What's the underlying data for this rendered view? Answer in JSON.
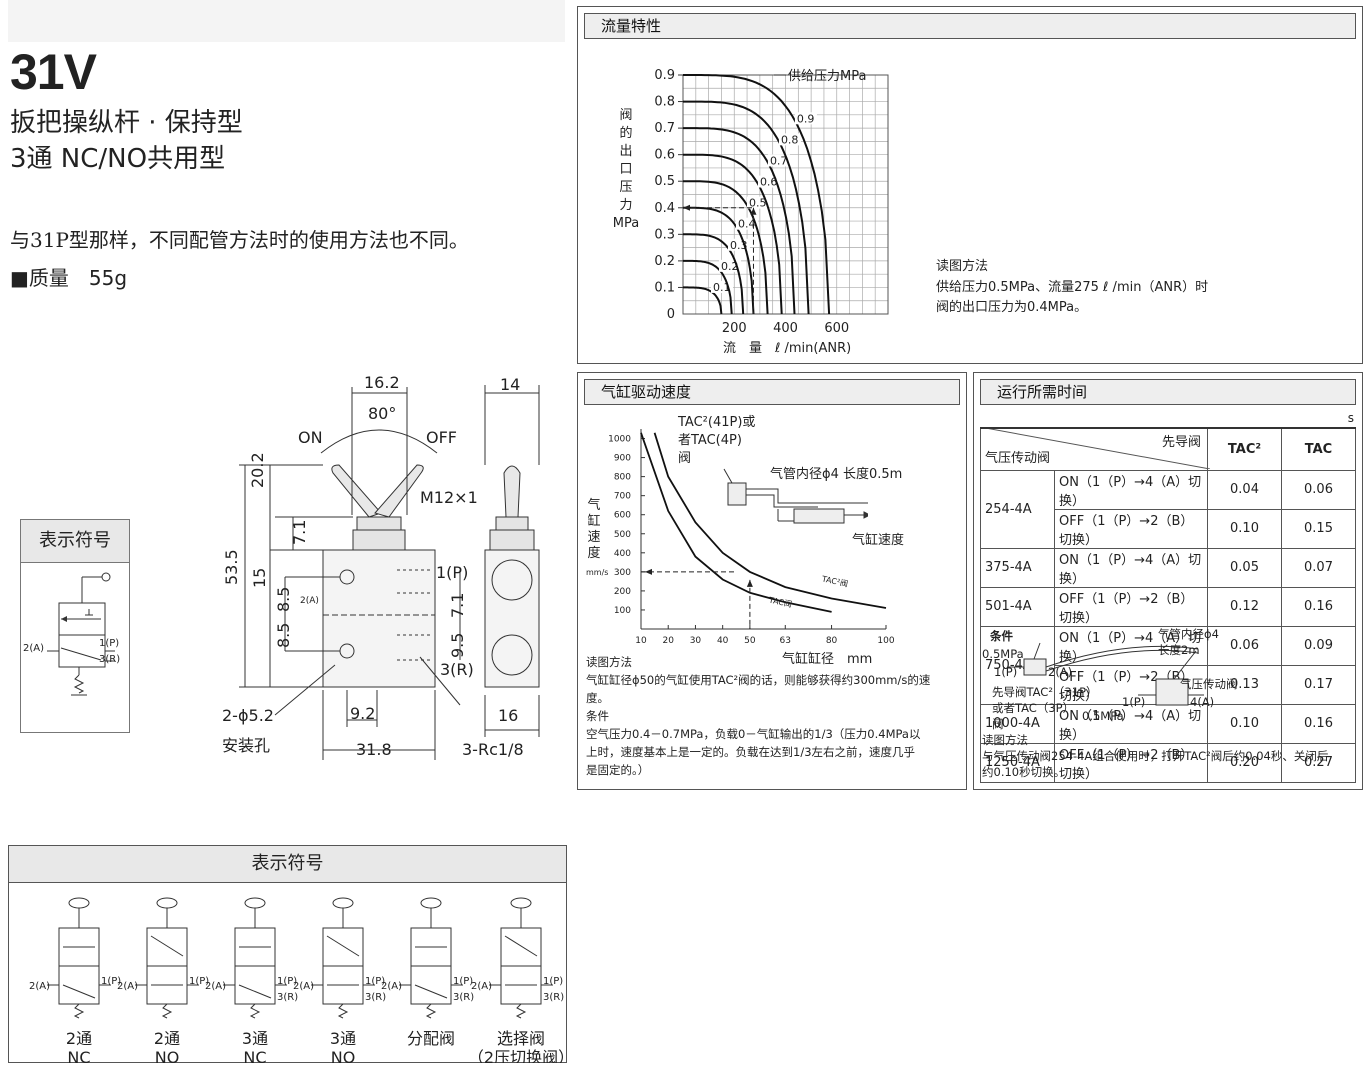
{
  "header": {
    "model": "31V",
    "subtitle1": "扳把操纵杆 · 保持型",
    "subtitle2": "3通 NC/NO共用型",
    "description": "与31P型那样，不同配管方法时的使用方法也不同。",
    "mass": "■质量　55g"
  },
  "dimensions": {
    "w_16_2": "16.2",
    "angle_80": "80°",
    "on": "ON",
    "off": "OFF",
    "thread": "M12×1",
    "h_20_2": "20.2",
    "h_53_5": "53.5",
    "h_7_1": "7.1",
    "h_15": "15",
    "h_8_5a": "8.5",
    "h_8_5b": "8.5",
    "p_label": "1(P)",
    "r_label": "3(R)",
    "a_label": "2(A)",
    "h_7_1b": "7.1",
    "h_9_5": "9.5",
    "hole": "2-ϕ5.2",
    "hole_cn": "安装孔",
    "w_9_2": "9.2",
    "w_31_8": "31.8",
    "port": "3-Rc1/8",
    "side_14": "14",
    "side_16": "16"
  },
  "symbol_small": {
    "title": "表示符号",
    "a": "2(A)",
    "p": "1(P)",
    "r": "3(R)"
  },
  "symbol_table": {
    "title": "表示符号",
    "items": [
      {
        "line1": "2通",
        "line2": "NC"
      },
      {
        "line1": "2通",
        "line2": "NO"
      },
      {
        "line1": "3通",
        "line2": "NC"
      },
      {
        "line1": "3通",
        "line2": "NO"
      },
      {
        "line1": "分配阀",
        "line2": ""
      },
      {
        "line1": "选择阀",
        "line2": "（2压切换阀）"
      }
    ],
    "port_a": "2(A)",
    "port_p": "1(P)",
    "port_r": "3(R)"
  },
  "flow": {
    "title": "流量特性",
    "ylabel_chars": [
      "阀",
      "的",
      "出",
      "口",
      "压",
      "力",
      "MPa"
    ],
    "legend": "供给压力MPa",
    "xlabel": "流　量　ℓ /min(ANR)",
    "note_title": "读图方法",
    "note1": "供给压力0.5MPa、流量275 ℓ /min（ANR）时",
    "note2": "阀的出口压力为0.4MPa。"
  },
  "speed": {
    "title": "气缸驱动速度",
    "tac_label1": "TAC²(41P)或",
    "tac_label2": "者TAC(4P)",
    "tac_label3": "阀",
    "tube": "气管内径ϕ4 长度0.5m",
    "cyl_speed": "气缸速度",
    "ylabel_chars": [
      "气",
      "缸",
      "速",
      "度"
    ],
    "yunit": "mm/s",
    "xlabel": "气缸缸径　mm",
    "curve1": "TAC²阀",
    "curve2": "TAC阀",
    "note_title": "读图方法",
    "note1": "气缸缸径ϕ50的气缸使用TAC²阀的话，则能够获得约300mm/s的速",
    "note2": "度。",
    "cond_title": "条件",
    "cond1": "空气压力0.4－0.7MPa，负载0－气缸输出的1/3（压力0.4MPa以",
    "cond2": "上时，速度基本上是一定的。负载在达到1/3左右之前，速度几乎",
    "cond3": "是固定的。）"
  },
  "runtime": {
    "title": "运行所需时间",
    "unit": "s",
    "head_pilot": "先导阀",
    "head_air": "气压传动阀",
    "head_tac2": "TAC²",
    "head_tac": "TAC",
    "rows": [
      {
        "model": "254-4A",
        "mode": "ON（1（P）→4（A）切换）",
        "tac2": "0.04",
        "tac": "0.06"
      },
      {
        "model": "",
        "mode": "OFF（1（P）→2（B）切换）",
        "tac2": "0.10",
        "tac": "0.15"
      },
      {
        "model": "375-4A",
        "mode": "ON（1（P）→4（A）切换）",
        "tac2": "0.05",
        "tac": "0.07"
      },
      {
        "model": "501-4A",
        "mode": "OFF（1（P）→2（B）切换）",
        "tac2": "0.12",
        "tac": "0.16"
      },
      {
        "model": "750-4A",
        "mode": "ON（1（P）→4（A）切换）",
        "tac2": "0.06",
        "tac": "0.09"
      },
      {
        "model": "",
        "mode": "OFF（1（P）→2（B）切换）",
        "tac2": "0.13",
        "tac": "0.17"
      },
      {
        "model": "1000-4A",
        "mode": "ON（1（P）→4（A）切换）",
        "tac2": "0.10",
        "tac": "0.16"
      },
      {
        "model": "1250-4A",
        "mode": "OFF（1（P）→2（B）切换）",
        "tac2": "0.20",
        "tac": "0.27"
      }
    ],
    "cond_title": "条件",
    "cond_pressure": "0.5MPa",
    "cond_p": "1(P)",
    "cond_a": "2(A)",
    "cond_tube1": "气管内径ϕ4",
    "cond_tube2": "长度2m",
    "cond_air_valve": "气压传动阀",
    "cond_pilot1": "先导阀TAC²（31P）",
    "cond_pilot2": "或者TAC（3P）",
    "cond_pilot3": "阀",
    "cond_p2": "1(P)",
    "cond_a2": "4(A)",
    "cond_pressure2": "0.5MPa",
    "note_title": "读图方法",
    "note1": "与气压传动阀254-4A组合使用时，打开TAC²阀后约0.04秒、关闭后",
    "note2": "约0.10秒切换。"
  },
  "chart_data": [
    {
      "type": "line",
      "title": "流量特性",
      "xlabel": "流　量　ℓ /min(ANR)",
      "ylabel": "阀的出口压力 MPa",
      "xlim": [
        0,
        800
      ],
      "ylim": [
        0,
        0.9
      ],
      "x_ticks": [
        200,
        400,
        600
      ],
      "y_ticks": [
        0,
        0.1,
        0.2,
        0.3,
        0.4,
        0.5,
        0.6,
        0.7,
        0.8,
        0.9
      ],
      "grid": true,
      "series": [
        {
          "name": "0.1",
          "supply": 0.1,
          "max_flow": 150
        },
        {
          "name": "0.2",
          "supply": 0.2,
          "max_flow": 190
        },
        {
          "name": "0.3",
          "supply": 0.3,
          "max_flow": 235
        },
        {
          "name": "0.4",
          "supply": 0.4,
          "max_flow": 275
        },
        {
          "name": "0.5",
          "supply": 0.5,
          "max_flow": 330
        },
        {
          "name": "0.6",
          "supply": 0.6,
          "max_flow": 385
        },
        {
          "name": "0.7",
          "supply": 0.7,
          "max_flow": 435
        },
        {
          "name": "0.8",
          "supply": 0.8,
          "max_flow": 490
        },
        {
          "name": "0.9",
          "supply": 0.9,
          "max_flow": 570
        }
      ],
      "annotation": {
        "flow": 275,
        "pressure": 0.4
      }
    },
    {
      "type": "line",
      "title": "气缸驱动速度",
      "xlabel": "气缸缸径　mm",
      "ylabel": "气缸速度 mm/s",
      "x_ticks": [
        10,
        20,
        30,
        40,
        50,
        63,
        80,
        100
      ],
      "y_ticks": [
        100,
        200,
        300,
        400,
        500,
        600,
        700,
        800,
        900,
        1000
      ],
      "series": [
        {
          "name": "TAC²阀",
          "x": [
            15,
            20,
            30,
            40,
            50,
            63,
            80,
            100
          ],
          "values": [
            1030,
            800,
            560,
            400,
            300,
            220,
            160,
            110
          ]
        },
        {
          "name": "TAC阀",
          "x": [
            10,
            20,
            30,
            40,
            50,
            63,
            80
          ],
          "values": [
            1030,
            620,
            380,
            260,
            190,
            140,
            90
          ]
        }
      ],
      "annotation": {
        "bore": 50,
        "speed": 300
      }
    }
  ]
}
